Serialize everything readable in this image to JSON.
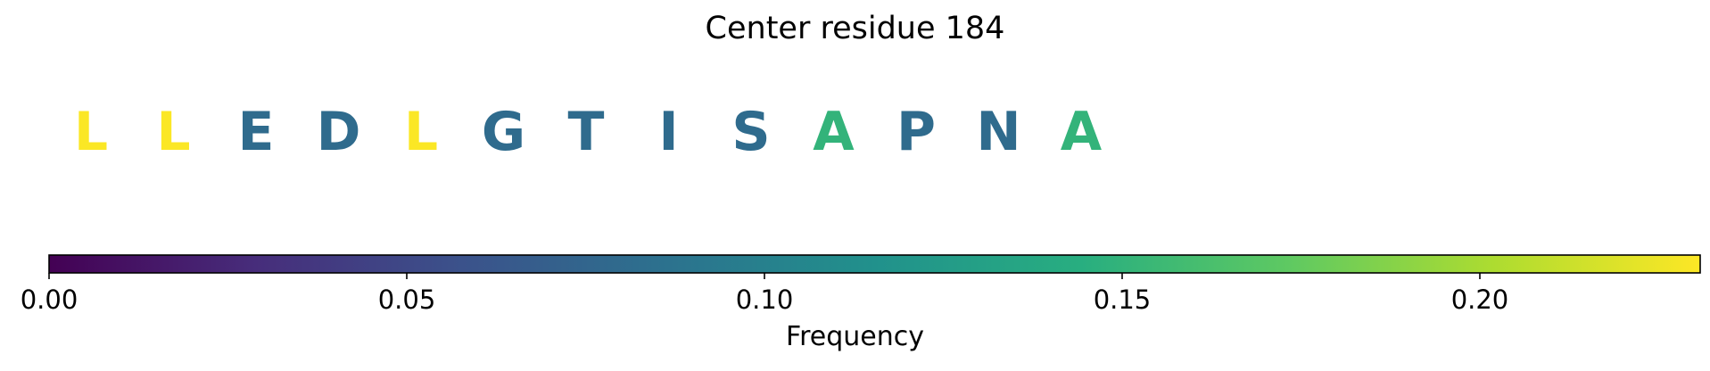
{
  "chart_data": {
    "type": "heatmap",
    "title": "Center residue 184",
    "residues": [
      {
        "letter": "L",
        "frequency": 0.23
      },
      {
        "letter": "L",
        "frequency": 0.23
      },
      {
        "letter": "E",
        "frequency": 0.08
      },
      {
        "letter": "D",
        "frequency": 0.08
      },
      {
        "letter": "L",
        "frequency": 0.23
      },
      {
        "letter": "G",
        "frequency": 0.08
      },
      {
        "letter": "T",
        "frequency": 0.08
      },
      {
        "letter": "I",
        "frequency": 0.08
      },
      {
        "letter": "S",
        "frequency": 0.08
      },
      {
        "letter": "A",
        "frequency": 0.15
      },
      {
        "letter": "P",
        "frequency": 0.08
      },
      {
        "letter": "N",
        "frequency": 0.08
      },
      {
        "letter": "A",
        "frequency": 0.15
      }
    ],
    "colorbar": {
      "label": "Frequency",
      "colormap": "viridis",
      "range": [
        0,
        0.2308
      ],
      "ticks": [
        "0.00",
        "0.05",
        "0.10",
        "0.15",
        "0.20"
      ],
      "tick_values": [
        0,
        0.05,
        0.1,
        0.15,
        0.2
      ]
    }
  }
}
